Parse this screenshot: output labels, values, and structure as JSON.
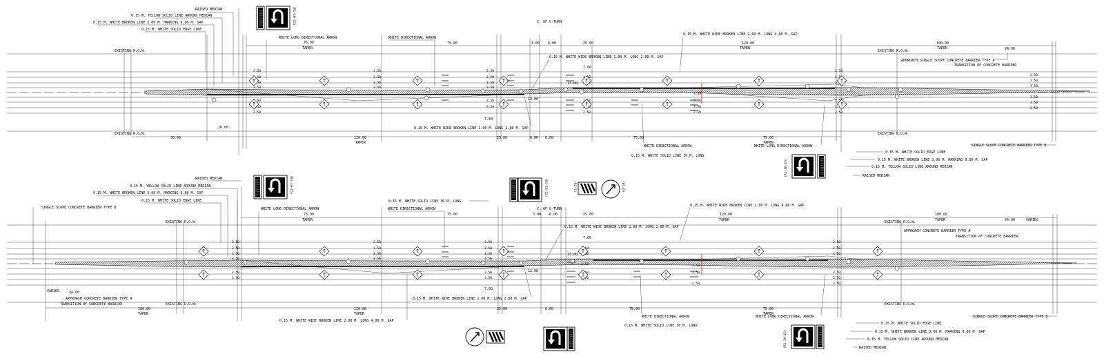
{
  "top": {
    "labels_left": [
      "RAISED MEDIAN",
      "0.15 M. YELLOW SOLID LINE AROUND MEDIAN",
      "0.15 M. WHITE BROKEN LINE  3.00 M. MARKING 9.00 M. GAP",
      "0.15 M. WHITE SOLID EDGE LINE"
    ],
    "arrow_long": "WHITE LONG DIRECTIONAL ARROW",
    "arrow": "WHITE DIRECTIONAL ARROW",
    "uturn": "C. OF U-TURN",
    "wide_gap_top": "0.15 M. WHITE WIDE BROKEN LINE 2.00 M. LONG 4.00 M. GAP",
    "wide_1_2": "0.15 M. WHITE WIDE BROKEN LINE 1.00 M. LONG 2.00 M. GAP",
    "approach": "APPROACH SINGLE SLOPE CONCRETE BARRIER TYPE A",
    "transition": "TRANSITION OF CONCRETE BARRIER",
    "row": "EXISTING R.O.W.",
    "bottom_wide": "0.15 M. WHITE WIDE BROKEN LINE 1.00 M. LONG 2.00 M. GAP",
    "solid36": "0.15 M. WHITE SOLID LINE 36 M. LONG",
    "right_edge": "0.15 M. WHITE SOLID EDGE LINE",
    "right_broken": "0.15 M. WHITE BROKEN LINE  3.00 M. MARKING 9.00 M. GAP",
    "right_yellow": "0.15 M. YELLOW SOLID LINE AROUND MEDIAN",
    "right_median": "RAISED MEDIAN",
    "barrier_b": "SINGLE SLOPE CONCRETE BARRIER TYPE B",
    "dims_top": [
      "75.00",
      "75.00",
      "3.00",
      "6.00",
      "25.00",
      "120.00",
      "100.00",
      "24.00"
    ],
    "taper": "TAPER",
    "dims_bottom": [
      "30.00",
      "120.00",
      "25.00",
      "9.00",
      "6.00",
      "75.00",
      "75.00"
    ],
    "lane": [
      "2.50",
      "3.50",
      "3.50",
      "3.50",
      "3.50",
      "3.50",
      "2.50"
    ],
    "dim_20": "20.00",
    "dim_13": "13.00",
    "dim_12": "12.00",
    "dim_700": "7.00",
    "sign_code": "(R1-10-15)"
  },
  "bottom": {
    "labels_left": [
      "RAISED MEDIAN",
      "0.15 M. YELLOW SOLID LINE AROUND MEDIAN",
      "0.15 M. WHITE BROKEN LINE  3.00 M. MARKING 9.00 M. GAP",
      "0.15 M. WHITE SOLID EDGE LINE"
    ],
    "barrier_b_left": "SINGLE SLOPE CONCRETE BARRIER TYPE B",
    "arrow_long": "WHITE LONG DIRECTIONAL ARROW",
    "arrow": "WHITE DIRECTIONAL ARROW",
    "solid36": "0.15 M. WHITE SOLID LINE 36 M. LONG",
    "uturn": "C. OF U-TURN",
    "wide_1_2": "0.15 M. WHITE WIDE BROKEN LINE 1.00 M. LONG 2.00 M. GAP",
    "wide_2_4": "0.15 M. WHITE WIDE BROKEN LINE 2.00 M. LONG 4.00 M. GAP",
    "approach": "APPROACH CONCRETE BARRIER TYPE A",
    "transition": "TRANSITION OF CONCRETE BARRIER",
    "approach_left": "APPROACH CONCRETE BARRIER TYPE A",
    "transition_left": "TRANSITION OF CONCRETE BARRIER",
    "varies": "VARIES",
    "row": "EXISTING R.O.W.",
    "dims_top": [
      "75.00",
      "75.00",
      "3.00",
      "6.00",
      "25.00",
      "120.00",
      "100.00",
      "24.00"
    ],
    "dims_bottom": [
      "100.00",
      "120.00",
      "25.00",
      "6.00",
      "75.00",
      "75.00"
    ],
    "bottom_wide": "0.15 M. WHITE WIDE BROKEN LINE 1.00 M. LONG 2.00 M. GAP",
    "bottom_wide2": "0.15 M. WHITE WIDE BROKEN LINE 2.00 M. LONG 4.00 M. GAP",
    "solid36b": "0.15 M. WHITE SOLID LINE 36 M. LONG",
    "right_edge": "0.15 M. WHITE SOLID EDGE LINE",
    "right_broken": "0.15 M. WHITE BROKEN LINE  3.00 M. MARKING 9.00 M. GAP",
    "right_yellow": "0.15 M. YELLOW SOLID LINE AROUND MEDIAN",
    "right_median": "RAISED MEDIAN",
    "barrier_b": "SINGLE SLOPE CONCRETE BARRIER TYPE B",
    "sign_codes": [
      "(R1-10-15)",
      "(R1-10-15)",
      "(R2-1)",
      "(W1-6)",
      "(R1-10-15)"
    ]
  }
}
